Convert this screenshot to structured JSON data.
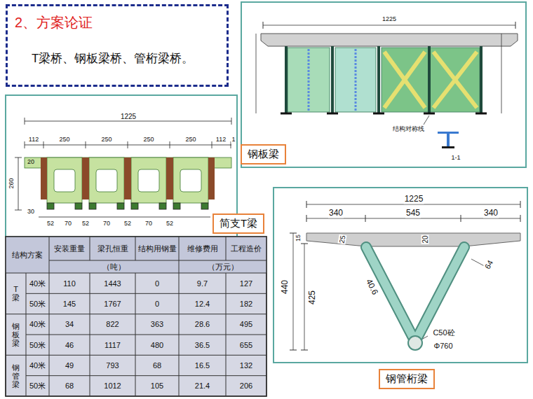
{
  "diagram": {
    "nodes": [
      {
        "text": [
          "2、方案论证",
          "T梁桥、钢板梁桥、管桁梁桥。"
        ]
      },
      {
        "text": [
          "钢板梁"
        ]
      },
      {
        "text": [
          "简支T梁"
        ]
      },
      {
        "text": [
          "钢管桁梁"
        ]
      }
    ],
    "labels": [
      "1225",
      "112",
      "250",
      "250",
      "250",
      "250",
      "112",
      "1",
      "20",
      "260",
      "30",
      "52",
      "70",
      "52",
      "70",
      "52",
      "70",
      "52",
      "1225",
      "结构对称线",
      "1-1",
      "1225",
      "340",
      "545",
      "340",
      "15",
      "25",
      "20",
      "440",
      "425",
      "40.6",
      "64",
      "C50砼",
      "Φ760",
      "结构方案",
      "安装重量",
      "梁孔恒重",
      "结构用钢量",
      "维修费用",
      "工程造价",
      "（吨）",
      "（万元）",
      "T梁",
      "40米",
      "110",
      "1443",
      "0",
      "9.7",
      "127",
      "50米",
      "145",
      "1767",
      "0",
      "12.4",
      "182",
      "钢板梁",
      "40米",
      "34",
      "822",
      "363",
      "28.6",
      "495",
      "50米",
      "46",
      "1117",
      "480",
      "36.5",
      "655",
      "钢管梁",
      "40米",
      "49",
      "793",
      "68",
      "16.5",
      "132",
      "50米",
      "68",
      "1012",
      "105",
      "21.4",
      "206"
    ]
  }
}
